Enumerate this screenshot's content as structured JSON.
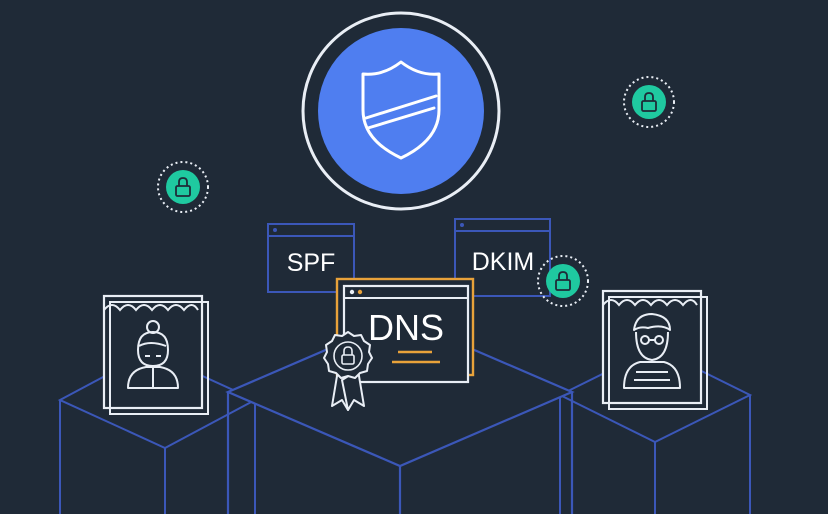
{
  "labels": {
    "spf": "SPF",
    "dkim": "DKIM",
    "dns": "DNS"
  },
  "icons": {
    "shield": "shield-icon",
    "lock": "lock-icon",
    "seal": "certificate-seal-icon",
    "female_user": "female-user-icon",
    "male_user": "male-user-icon"
  },
  "colors": {
    "background": "#1f2a37",
    "shield_fill": "#4f7ef0",
    "lock_badge": "#1fc9a0",
    "cube_outline": "#3b57b8",
    "dns_accent": "#e8a23a",
    "line_white": "#e9eef5"
  }
}
